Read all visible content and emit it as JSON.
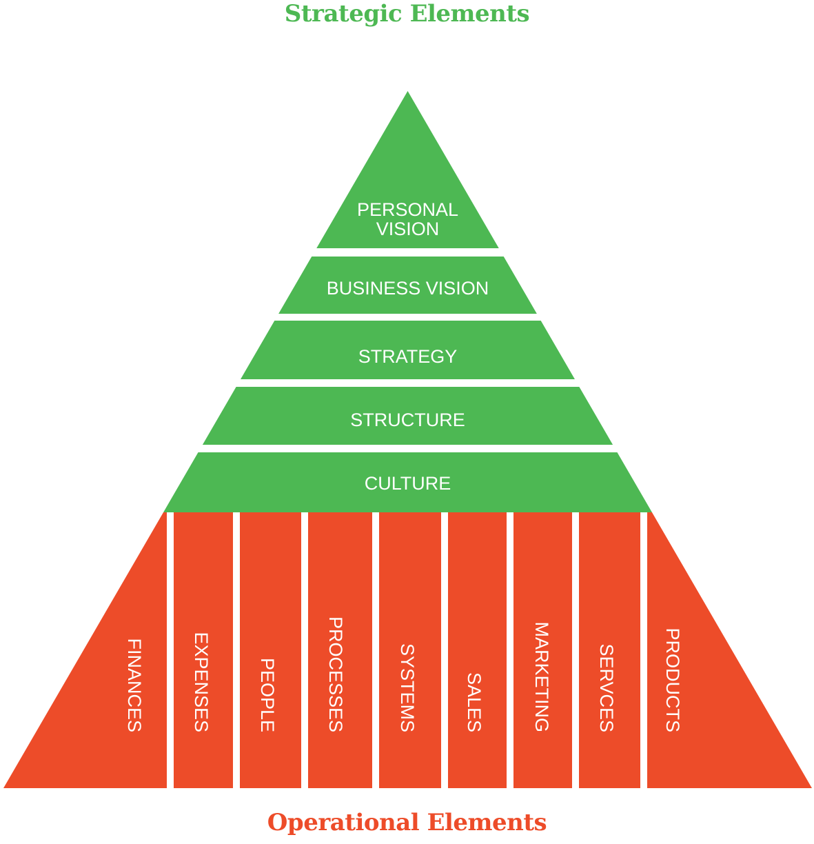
{
  "title_top": "Strategic Elements",
  "title_bottom": "Operational Elements",
  "colors": {
    "strategic": "#4db853",
    "operational": "#ed4c29"
  },
  "strategic_layers": [
    {
      "lines": [
        "PERSONAL",
        "VISION"
      ]
    },
    {
      "lines": [
        "BUSINESS  VISION"
      ]
    },
    {
      "lines": [
        "STRATEGY"
      ]
    },
    {
      "lines": [
        "STRUCTURE"
      ]
    },
    {
      "lines": [
        "CULTURE"
      ]
    }
  ],
  "operational_columns": [
    "FINANCES",
    "EXPENSES",
    "PEOPLE",
    "PROCESSES",
    "SYSTEMS",
    "SALES",
    "MARKETING",
    "SERVCES",
    "PRODUCTS"
  ]
}
